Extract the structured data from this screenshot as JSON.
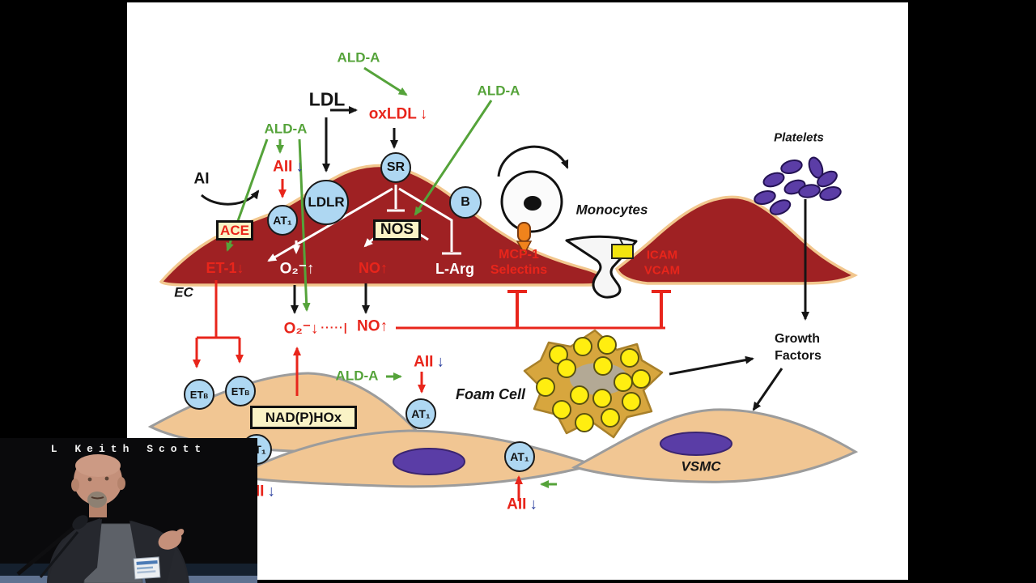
{
  "speaker": {
    "name": "L Keith Scott"
  },
  "colors": {
    "letterbox": "#000000",
    "slide_bg": "#ffffff",
    "plaque_red": "#9f2123",
    "plaque_outline": "#f2c78e",
    "bright_red_text": "#e8251b",
    "green_text": "#55a33a",
    "blue_arrow": "#2b3f9e",
    "receptor_blue": "#aed7f2",
    "enzyme_box_yellow": "#faf3c6",
    "smooth_muscle_tan": "#f1c693",
    "nucleus_purple": "#5a3da6",
    "foam_cell_gold": "#d7a63e",
    "lipid_droplet_yellow": "#ffee10",
    "channel_orange": "#f0831c"
  },
  "labels": {
    "ald_a": "ALD-A",
    "ldl": "LDL",
    "oxldl": "oxLDL",
    "ai": "AI",
    "aii": "AII",
    "ace": "ACE",
    "at1": "AT₁",
    "ldlr": "LDLR",
    "sr": "SR",
    "b": "B",
    "nos": "NOS",
    "et1": "ET-1",
    "o2": "O₂⁻",
    "no": "NO",
    "l_arg": "L-Arg",
    "mcp1": "MCP-1",
    "selectins": "Selectins",
    "icam": "ICAM",
    "vcam": "VCAM",
    "ec": "EC",
    "monocytes": "Monocytes",
    "platelets": "Platelets",
    "growth": "Growth",
    "factors": "Factors",
    "foam_cell": "Foam Cell",
    "et": "ET",
    "sub_b": "B",
    "nadphox": "NAD(P)HOx",
    "vsmc": "VSMC",
    "up": "↑",
    "down": "↓",
    "dots_bar": "·····|"
  }
}
